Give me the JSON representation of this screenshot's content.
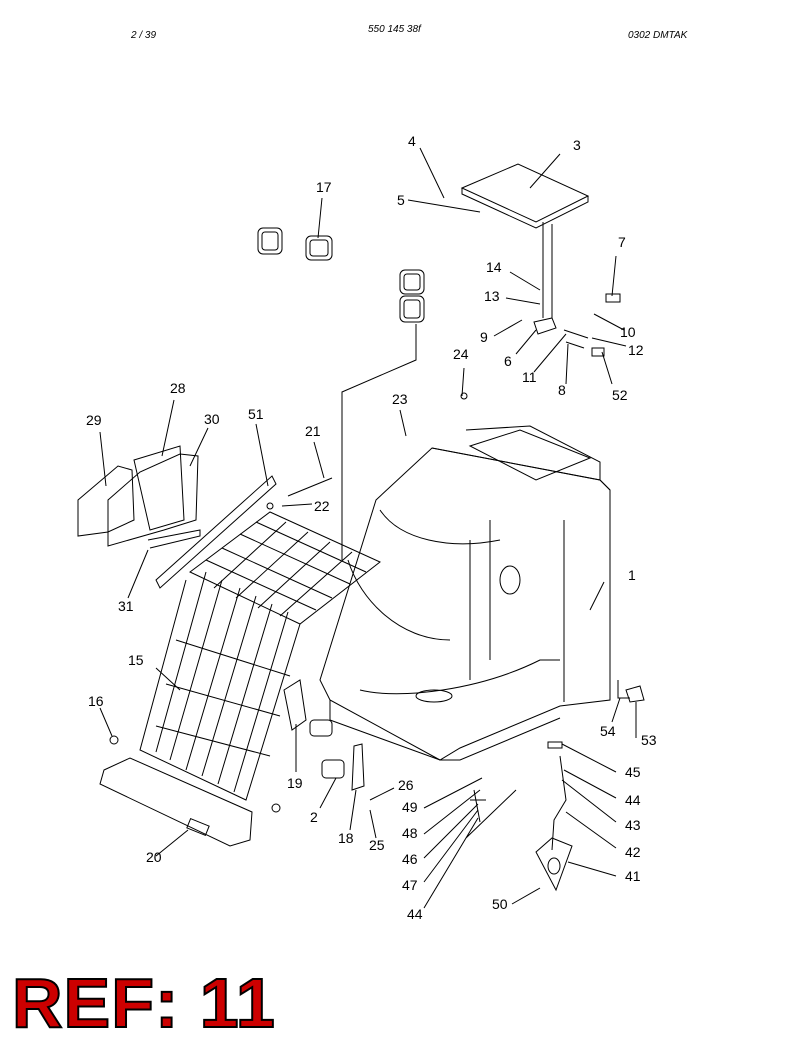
{
  "header": {
    "page": "2 / 39",
    "doc_number": "550 145 38f",
    "code": "0302   DMTAK"
  },
  "callouts": [
    "1",
    "2",
    "3",
    "4",
    "5",
    "6",
    "7",
    "8",
    "9",
    "10",
    "11",
    "12",
    "13",
    "14",
    "15",
    "16",
    "17",
    "18",
    "19",
    "20",
    "21",
    "22",
    "23",
    "24",
    "25",
    "26",
    "28",
    "29",
    "30",
    "31",
    "41",
    "42",
    "43",
    "44",
    "44",
    "45",
    "46",
    "47",
    "48",
    "49",
    "50",
    "51",
    "52",
    "53",
    "54"
  ],
  "ref_label": "REF: 11",
  "colors": {
    "ref_fill": "#cc0000",
    "ref_outline": "#000000",
    "line": "#000000"
  }
}
